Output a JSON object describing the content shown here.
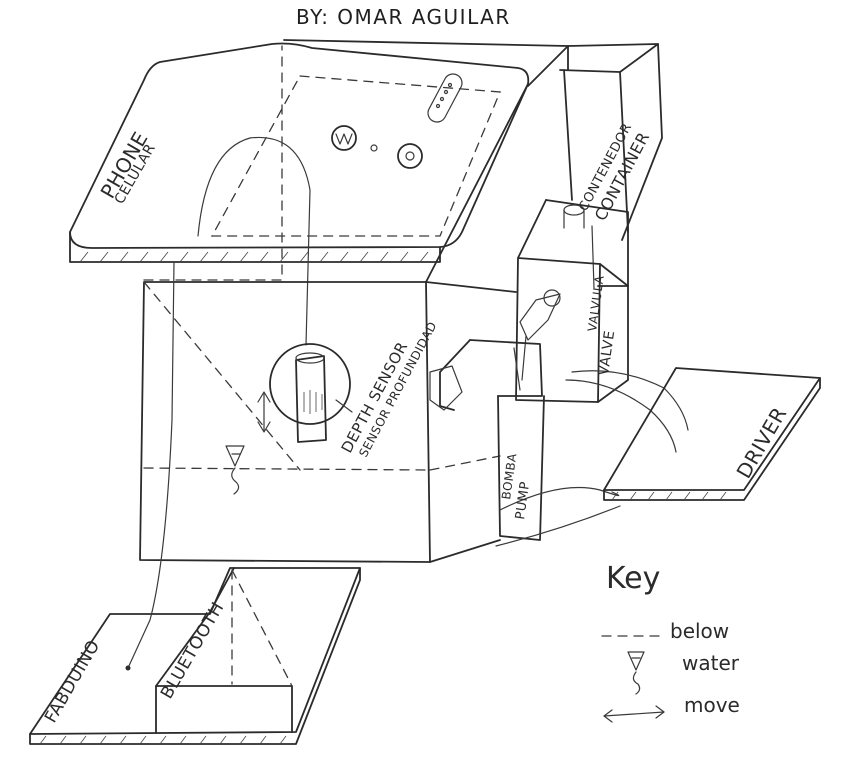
{
  "title": "BY: OMAR AGUILAR",
  "labels": {
    "phone": "PHONE",
    "phone_es": "CELULAR",
    "container": "CONTENEDOR",
    "container_en": "CONTAINER",
    "valve_es": "VALVULA",
    "valve": "VALVE",
    "driver": "DRIVER",
    "pump_es": "BOMBA",
    "pump": "PUMP",
    "depth": "DEPTH SENSOR",
    "depth_es": "SENSOR PROFUNDIDAD",
    "fabduino": "FABDUINO",
    "bluetooth": "BLUETOOTH"
  },
  "key": {
    "title": "Key",
    "below": "below",
    "water": "water",
    "move": "move"
  }
}
